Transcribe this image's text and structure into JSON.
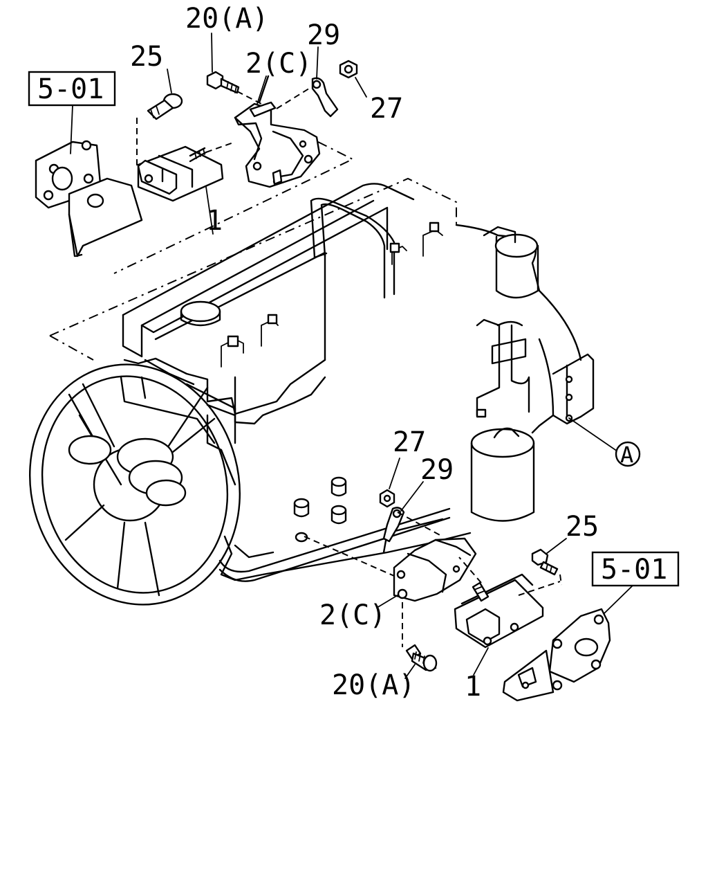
{
  "labels": {
    "ref_box_top": "5-01",
    "ref_box_bottom": "5-01",
    "bolt_20_top": "20(A)",
    "bolt_20_bottom": "20(A)",
    "bolt_25_top": "25",
    "bolt_25_bottom": "25",
    "bracket_2_top": "2(C)",
    "bracket_2_bottom": "2(C)",
    "clip_29_top": "29",
    "clip_29_bottom": "29",
    "nut_27_top": "27",
    "nut_27_bottom": "27",
    "mount_1_top": "1",
    "mount_1_bottom": "1",
    "circle_ref_a": "A"
  }
}
